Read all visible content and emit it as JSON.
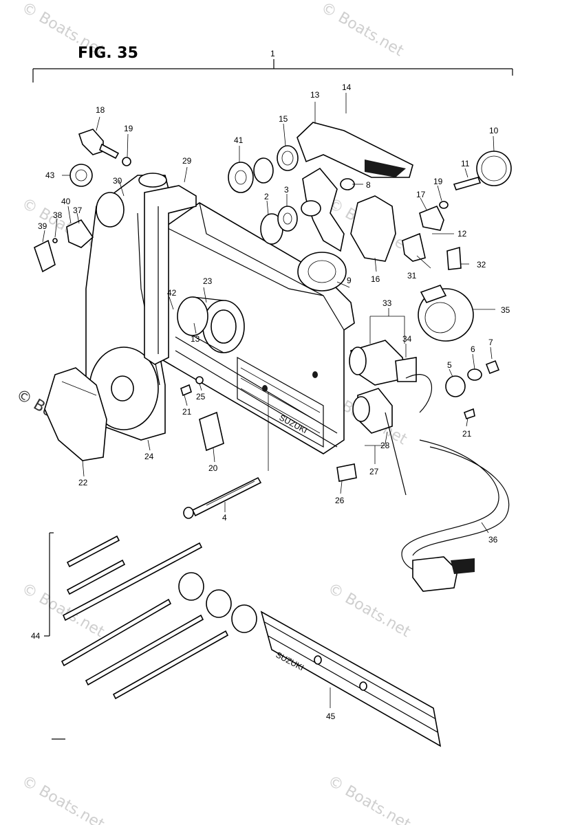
{
  "figure": {
    "title": "FIG. 35",
    "assembly_number": "1",
    "case_lettering": "SUZUKI",
    "strip_lettering": "SUZUKI",
    "watermark": "© Boats.net"
  },
  "callouts": [
    "1",
    "2",
    "3",
    "4",
    "5",
    "6",
    "7",
    "8",
    "9",
    "10",
    "11",
    "12",
    "13",
    "13",
    "14",
    "15",
    "16",
    "17",
    "18",
    "19",
    "19",
    "20",
    "21",
    "21",
    "22",
    "23",
    "24",
    "25",
    "26",
    "27",
    "28",
    "29",
    "30",
    "31",
    "32",
    "33",
    "34",
    "35",
    "36",
    "37",
    "38",
    "39",
    "40",
    "41",
    "42",
    "43",
    "44",
    "45"
  ]
}
